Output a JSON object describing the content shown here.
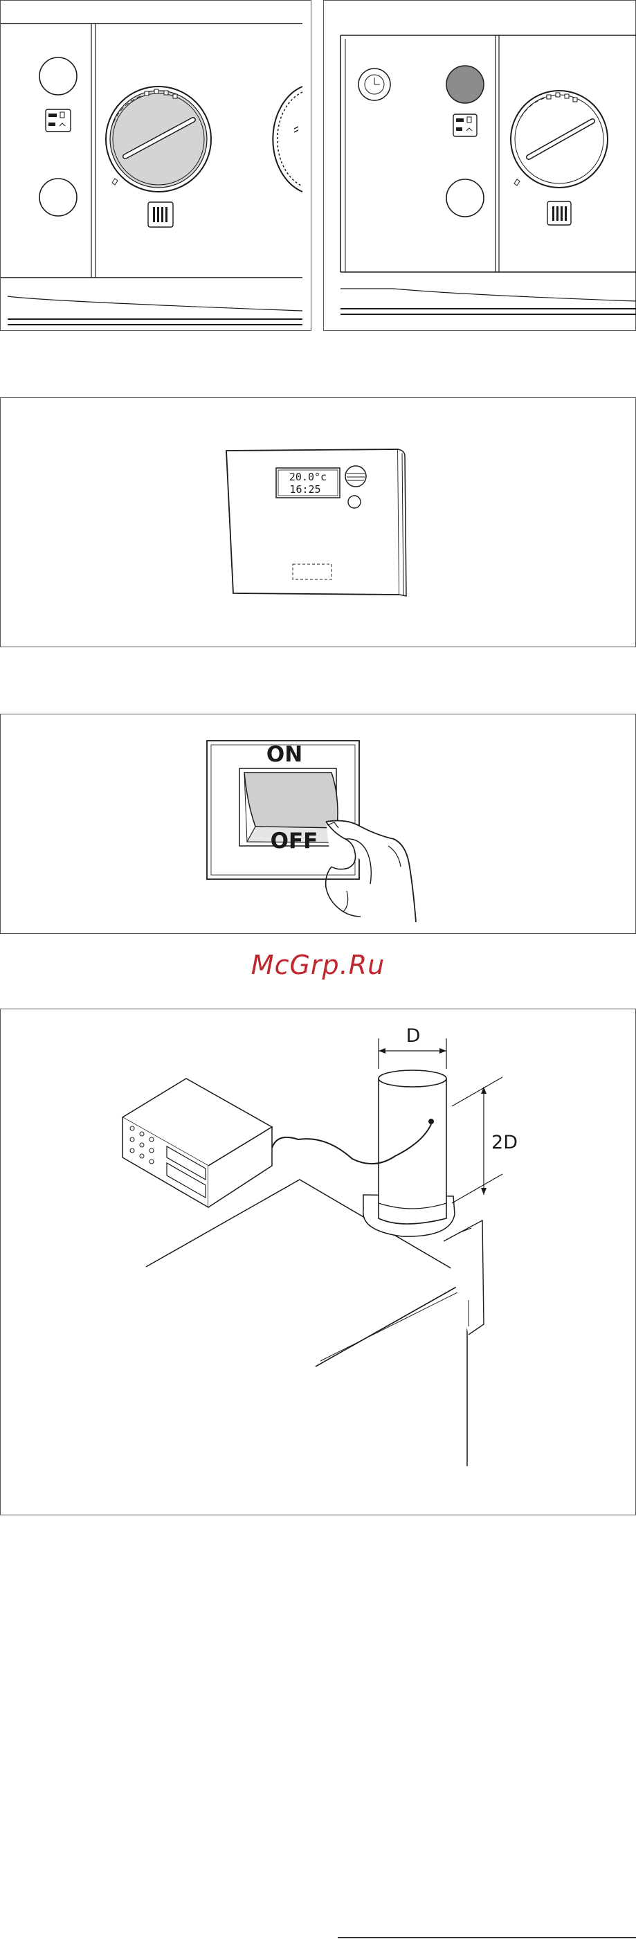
{
  "thermostat": {
    "temperature": "20.0°c",
    "time": "16:25"
  },
  "switch": {
    "on_label": "ON",
    "off_label": "OFF"
  },
  "watermark": {
    "text": "McGrp.Ru",
    "color": "#c0262d"
  },
  "flue_diagram": {
    "diameter_label": "D",
    "height_label": "2D"
  },
  "colors": {
    "line": "#1a1a1a",
    "panel_border": "#555555",
    "fill_gray": "#8c8c8c",
    "knob_fill": "#d4d4d4",
    "switch_fill": "#cfcfcf"
  }
}
